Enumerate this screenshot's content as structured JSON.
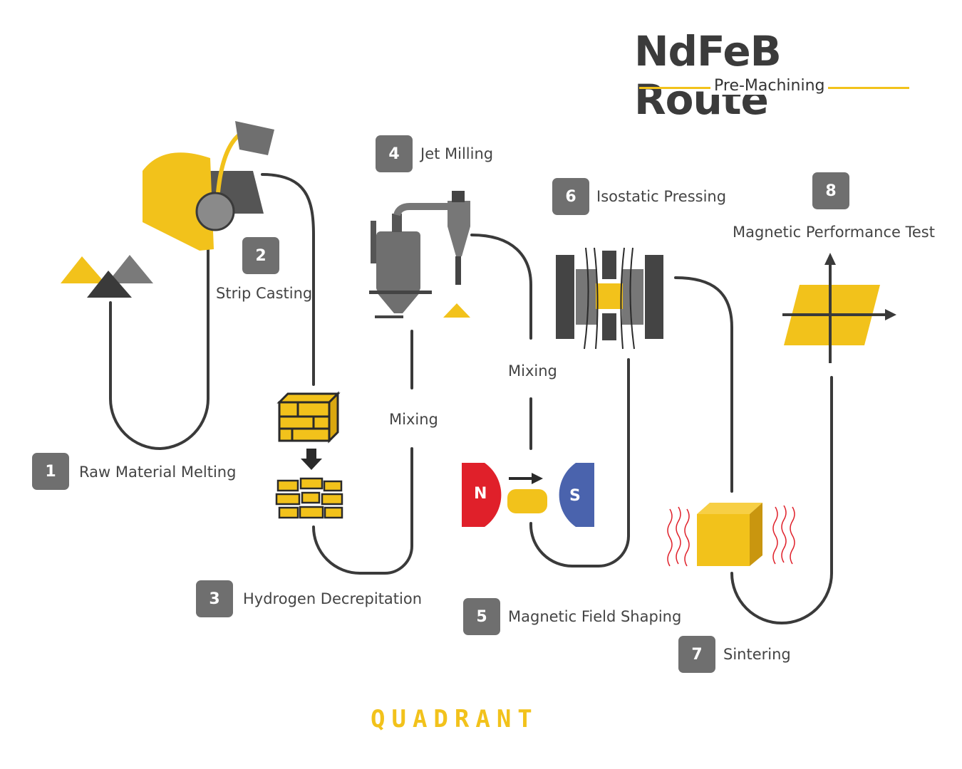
{
  "header": {
    "title": "NdFeB Route",
    "subtitle": "Pre-Machining"
  },
  "steps": [
    {
      "number": "1",
      "label": "Raw Material Melting"
    },
    {
      "number": "2",
      "label": "Strip Casting"
    },
    {
      "number": "3",
      "label": "Hydrogen Decrepitation"
    },
    {
      "number": "4",
      "label": "Jet Milling"
    },
    {
      "number": "5",
      "label": "Magnetic Field Shaping"
    },
    {
      "number": "6",
      "label": "Isostatic Pressing"
    },
    {
      "number": "7",
      "label": "Sintering"
    },
    {
      "number": "8",
      "label": "Magnetic Performance Test"
    }
  ],
  "connectors": {
    "mixing_1": "Mixing",
    "mixing_2": "Mixing"
  },
  "magnets": {
    "north": "N",
    "south": "S"
  },
  "brand": "QUADRANT",
  "colors": {
    "accent": "#f2c21b",
    "badge": "#6f6f6f",
    "line": "#3a3a3a",
    "north": "#e0202a",
    "south": "#4a63ad"
  }
}
